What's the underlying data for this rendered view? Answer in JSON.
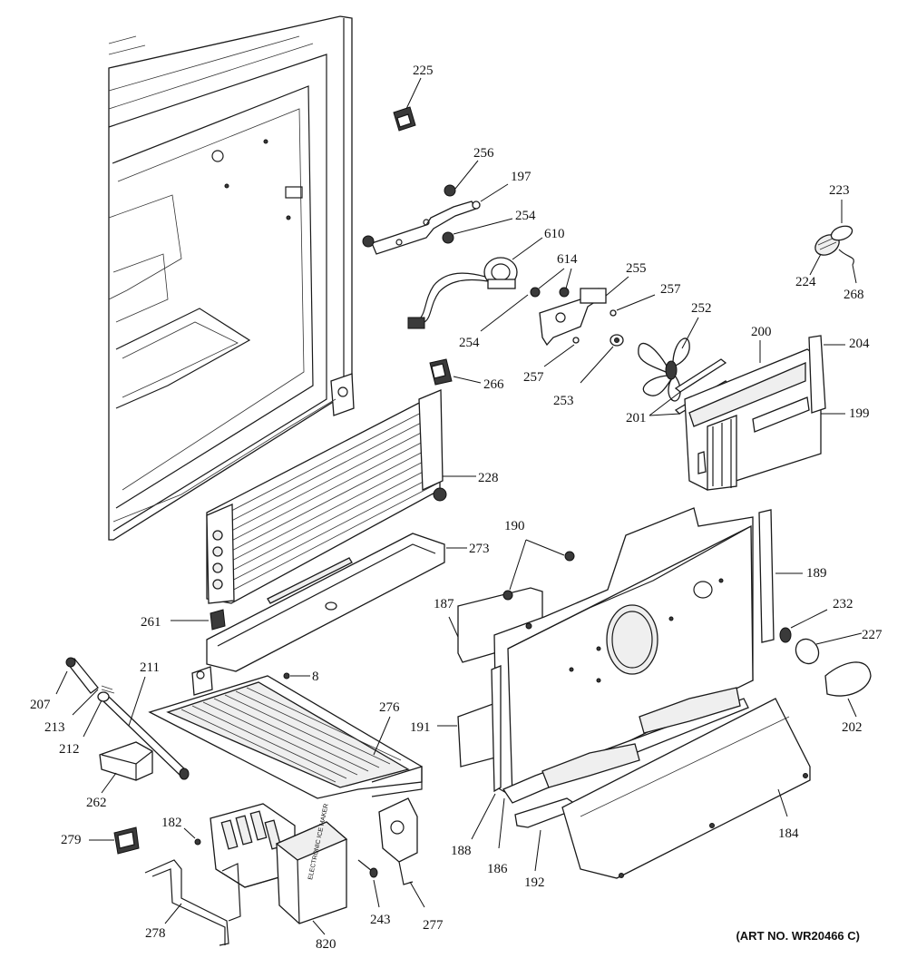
{
  "art_number": "(ART NO. WR20466 C)",
  "labels": {
    "l225": "225",
    "l256": "256",
    "l197": "197",
    "l254a": "254",
    "l610": "610",
    "l614": "614",
    "l255": "255",
    "l257a": "257",
    "l254b": "254",
    "l257b": "257",
    "l253": "253",
    "l252": "252",
    "l200": "200",
    "l204": "204",
    "l199": "199",
    "l201": "201",
    "l266": "266",
    "l228": "228",
    "l223": "223",
    "l224": "224",
    "l268": "268",
    "l273": "273",
    "l190": "190",
    "l189": "189",
    "l187": "187",
    "l232": "232",
    "l227": "227",
    "l261": "261",
    "l211": "211",
    "l8": "8",
    "l207": "207",
    "l213": "213",
    "l212": "212",
    "l276": "276",
    "l191": "191",
    "l202": "202",
    "l262": "262",
    "l279": "279",
    "l182": "182",
    "l188": "188",
    "l186": "186",
    "l192": "192",
    "l184": "184",
    "l278": "278",
    "l820": "820",
    "l243": "243",
    "l277": "277"
  },
  "module_text": "ELECTRONIC ICE MAKER"
}
